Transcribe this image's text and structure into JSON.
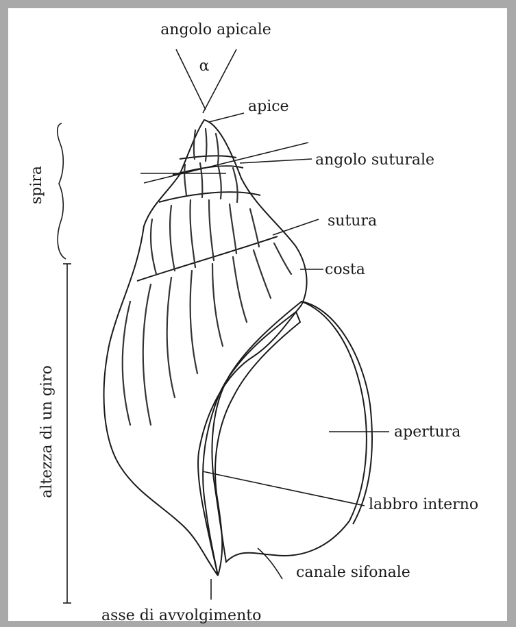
{
  "diagram": {
    "labels": {
      "apical_angle": "angolo apicale",
      "apical_angle_symbol": "α",
      "apex": "apice",
      "sutural_angle": "angolo suturale",
      "suture": "sutura",
      "rib": "costa",
      "aperture": "apertura",
      "inner_lip": "labbro interno",
      "siphonal_canal": "canale sifonale",
      "coiling_axis": "asse di avvolgimento",
      "spire": "spira",
      "whorl_height": "altezza di un giro"
    }
  }
}
